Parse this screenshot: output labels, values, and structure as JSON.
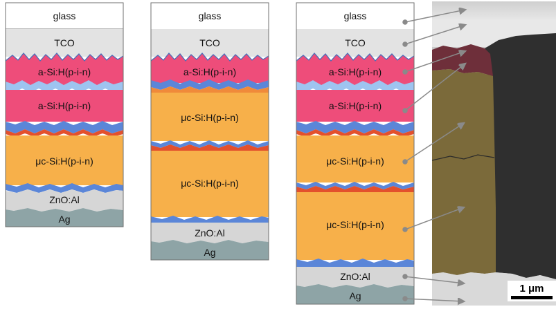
{
  "stacks": [
    {
      "layers": [
        {
          "label": "glass",
          "color": "#ffffff"
        },
        {
          "label": "TCO",
          "color": "#e3e3e3"
        },
        {
          "label": "a-Si:H(p-i-n)",
          "color": "#ee4d7a"
        },
        {
          "label": "a-Si:H(p-i-n)",
          "color": "#ee4d7a"
        },
        {
          "label": "μc-Si:H(p-i-n)",
          "color": "#f7b04a"
        },
        {
          "label": "ZnO:Al",
          "color": "#d6d6d6"
        },
        {
          "label": "Ag",
          "color": "#8ea4a6"
        }
      ]
    },
    {
      "layers": [
        {
          "label": "glass",
          "color": "#ffffff"
        },
        {
          "label": "TCO",
          "color": "#e3e3e3"
        },
        {
          "label": "a-Si:H(p-i-n)",
          "color": "#ee4d7a"
        },
        {
          "label": "μc-Si:H(p-i-n)",
          "color": "#f7b04a"
        },
        {
          "label": "μc-Si:H(p-i-n)",
          "color": "#f7b04a"
        },
        {
          "label": "ZnO:Al",
          "color": "#d6d6d6"
        },
        {
          "label": "Ag",
          "color": "#8ea4a6"
        }
      ]
    },
    {
      "layers": [
        {
          "label": "glass",
          "color": "#ffffff"
        },
        {
          "label": "TCO",
          "color": "#e3e3e3"
        },
        {
          "label": "a-Si:H(p-i-n)",
          "color": "#ee4d7a"
        },
        {
          "label": "a-Si:H(p-i-n)",
          "color": "#ee4d7a"
        },
        {
          "label": "μc-Si:H(p-i-n)",
          "color": "#f7b04a"
        },
        {
          "label": "μc-Si:H(p-i-n)",
          "color": "#f7b04a"
        },
        {
          "label": "ZnO:Al",
          "color": "#d6d6d6"
        },
        {
          "label": "Ag",
          "color": "#8ea4a6"
        }
      ]
    }
  ],
  "micrograph": {
    "scale_bar_label": "1 μm"
  },
  "colors": {
    "interlayer_blue": "#5b86d8",
    "interlayer_red": "#e3502d",
    "interlayer_orange": "#f08a3a",
    "outline": "#6f6f6f",
    "arrow": "#8a8a8a"
  }
}
